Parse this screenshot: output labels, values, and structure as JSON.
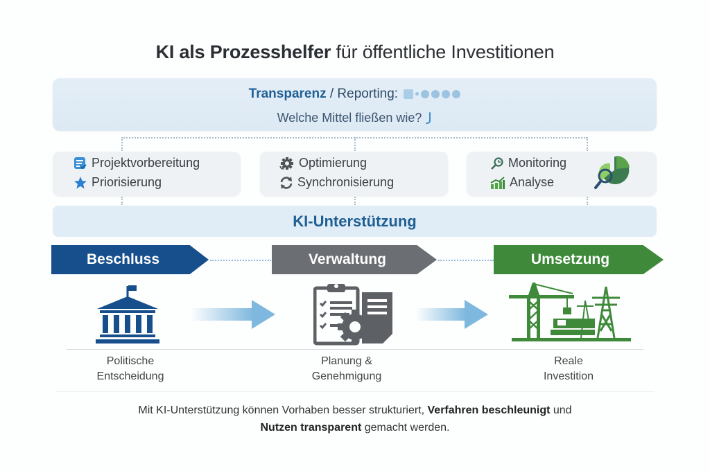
{
  "title": {
    "bold": "KI als Prozesshelfer",
    "rest": " für öffentliche Investitionen"
  },
  "transparency": {
    "label_strong": "Transparenz",
    "label_rest": " / Reporting:",
    "question": "Welche Mittel fließen wie?"
  },
  "cards": [
    {
      "items": [
        {
          "icon": "checklist-icon",
          "label": "Projektvorbereitung"
        },
        {
          "icon": "star-icon",
          "label": "Priorisierung"
        }
      ]
    },
    {
      "items": [
        {
          "icon": "gear-icon",
          "label": "Optimierung"
        },
        {
          "icon": "sync-icon",
          "label": "Synchronisierung"
        }
      ]
    },
    {
      "items": [
        {
          "icon": "magnifier-icon",
          "label": "Monitoring"
        },
        {
          "icon": "bar-chart-icon",
          "label": "Analyse"
        }
      ],
      "side_icon": "pie-chart-magnifier-icon"
    }
  ],
  "ki_support": "KI-Unterstützung",
  "stages": [
    {
      "label": "Beschluss",
      "color": "#174f8c",
      "icon": "government-building-icon",
      "caption": [
        "Politische",
        "Entscheidung"
      ]
    },
    {
      "label": "Verwaltung",
      "color": "#6b6e72",
      "icon": "clipboard-gear-icon",
      "caption": [
        "Planung &",
        "Genehmigung"
      ]
    },
    {
      "label": "Umsetzung",
      "color": "#3e8a3a",
      "icon": "crane-powerline-icon",
      "caption": [
        "Reale",
        "Investition"
      ]
    }
  ],
  "footer": {
    "p1": "Mit KI-Unterstützung können Vorhaben besser strukturiert, ",
    "b1": "Verfahren beschleunigt",
    "p2": " und ",
    "b2": "Nutzen transparent",
    "p3": " gemacht werden."
  },
  "colors": {
    "accent_blue": "#1f5f94",
    "gray": "#6b6e72",
    "green": "#3e8a3a",
    "arrow_blue": "#7fb8de"
  }
}
